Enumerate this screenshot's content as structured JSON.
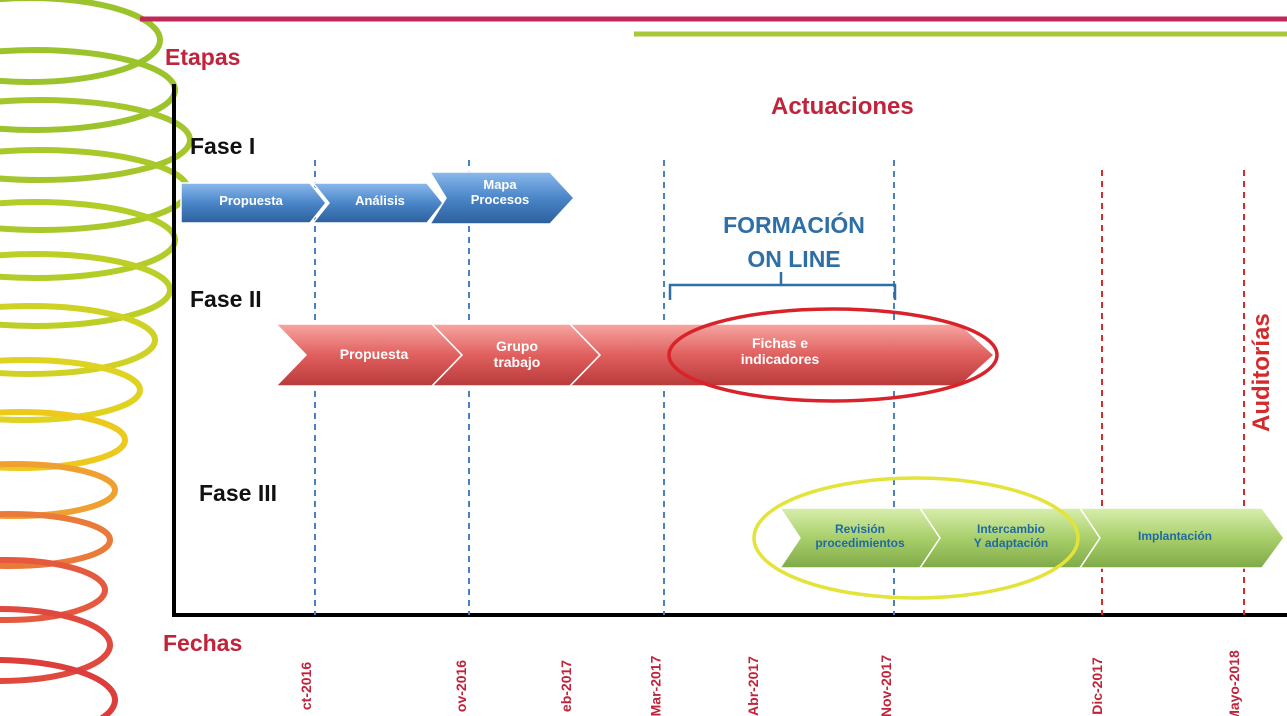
{
  "labels": {
    "etapas": "Etapas",
    "fechas": "Fechas",
    "actuaciones": "Actuaciones",
    "formacion_line1": "FORMACIÓN",
    "formacion_line2": "ON LINE",
    "auditorias": "Auditorías"
  },
  "phases": [
    {
      "label": "Fase I",
      "steps": [
        {
          "line1": "Propuesta",
          "line2": ""
        },
        {
          "line1": "Análisis",
          "line2": ""
        },
        {
          "line1": "Mapa",
          "line2": "Procesos"
        }
      ]
    },
    {
      "label": "Fase II",
      "steps": [
        {
          "line1": "Propuesta",
          "line2": ""
        },
        {
          "line1": "Grupo",
          "line2": "trabajo"
        },
        {
          "line1": "",
          "line2": ""
        },
        {
          "line1": "Fichas e",
          "line2": "indicadores"
        }
      ]
    },
    {
      "label": "Fase III",
      "steps": [
        {
          "line1": "Revisión",
          "line2": "procedimientos"
        },
        {
          "line1": "Intercambio",
          "line2": "Y adaptación"
        },
        {
          "line1": "Implantación",
          "line2": ""
        }
      ]
    }
  ],
  "dates": [
    "ct-2016",
    "ov-2016",
    "eb-2017",
    "Mar-2017",
    "Abr-2017",
    "Nov-2017",
    "Dic-2017",
    "Mayo-2018"
  ],
  "colors": {
    "accent_red": "#c0233a",
    "phase1_blue": "#4a86c8",
    "phase2_red": "#e0605e",
    "phase3_green": "#a8cf6a",
    "dashed_blue": "#4a7fc0",
    "dashed_red": "#d52b2b",
    "highlight_yellow": "#e3e33a",
    "top_line_crimson": "#c0285a",
    "top_line_green": "#a8c83a"
  }
}
